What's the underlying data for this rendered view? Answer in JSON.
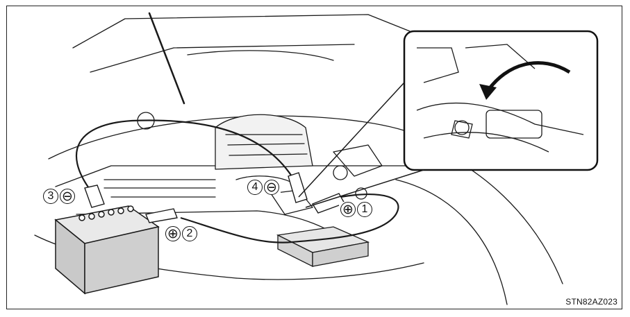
{
  "callouts": [
    {
      "id": "c1",
      "number": "1",
      "symbol": "⊕"
    },
    {
      "id": "c2",
      "number": "2",
      "symbol": "⊕"
    },
    {
      "id": "c3",
      "number": "3",
      "symbol": "⊖"
    },
    {
      "id": "c4",
      "number": "4",
      "symbol": "⊖"
    }
  ],
  "figure_code": "STN82AZ023",
  "colors": {
    "line": "#1a1a1a",
    "battery_fill": "#cfcfcf",
    "inset_border": "#111111"
  }
}
